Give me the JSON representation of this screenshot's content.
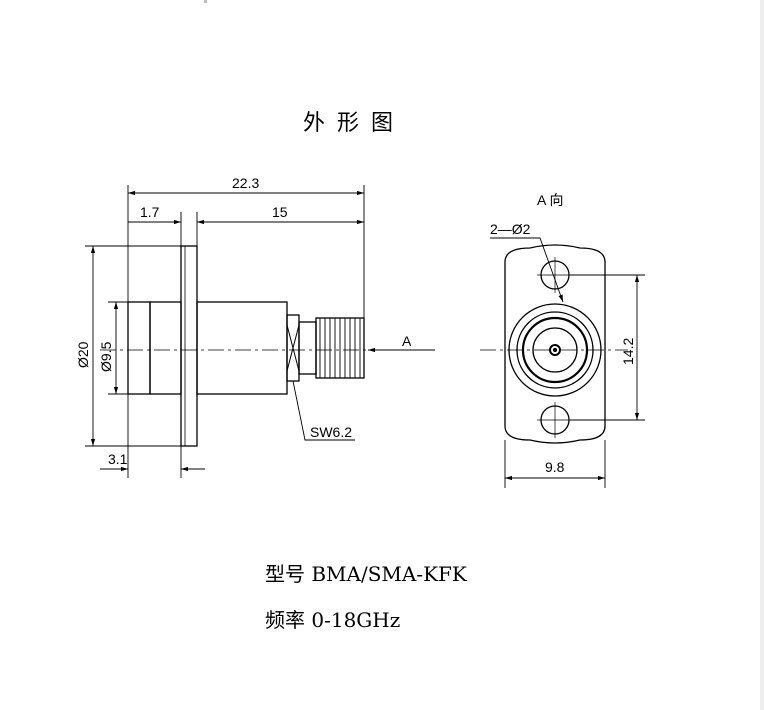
{
  "title": "外形图",
  "side_view": {
    "dim_overall": "22.3",
    "dim_flange_offset": "1.7",
    "dim_body_length": "15",
    "dim_flange_dia": "Ø20",
    "dim_body_dia": "Ø9.5",
    "dim_rear": "3.1",
    "wrench_label": "SW6.2",
    "view_arrow_label": "A"
  },
  "end_view": {
    "view_title": "A 向",
    "hole_label": "2—Ø2",
    "dim_hole_spacing": "14.2",
    "dim_width": "9.8"
  },
  "specs": {
    "model_line": "型号 BMA/SMA-KFK",
    "freq_line": "频率 0-18GHz"
  }
}
